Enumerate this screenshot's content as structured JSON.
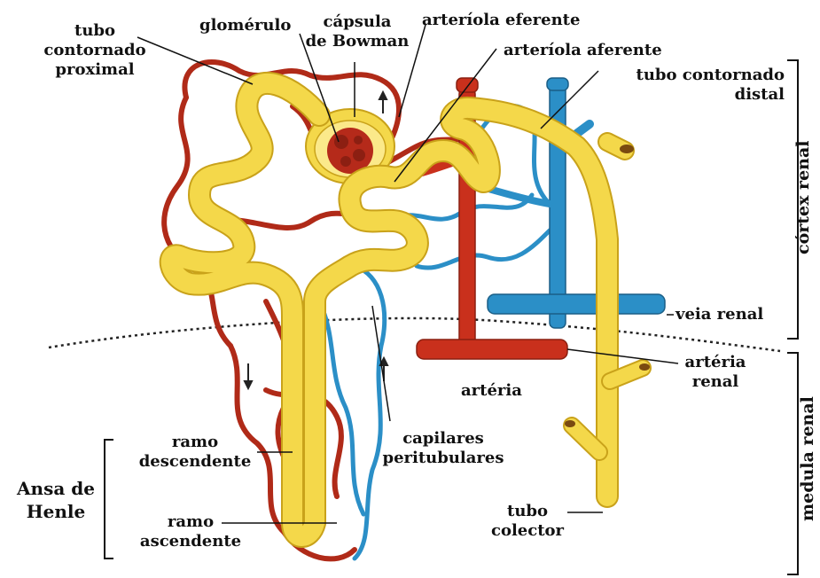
{
  "labels": {
    "tubo_proximal": "tubo\ncontornado\nproximal",
    "glomerulo": "glomérulo",
    "capsula_bowman": "cápsula\nde Bowman",
    "arteriola_eferente": "arteríola eferente",
    "arteriola_aferente": "arteríola aferente",
    "tubo_distal": "tubo contornado\ndistal",
    "veia_renal": "veia renal",
    "arteria_renal": "artéria\nrenal",
    "arteria": "artéria",
    "capilares": "capilares\nperitubulares",
    "ramo_descendente": "ramo\ndescendente",
    "ramo_ascendente": "ramo\nascendente",
    "ansa_henle": "Ansa de\nHenle",
    "tubo_colector": "tubo\ncolector",
    "cortex_renal": "córtex renal",
    "medula_renal": "medula renal"
  },
  "colors": {
    "artery": "#c9301c",
    "vein": "#2b8fc7",
    "tubule": "#f4d84a",
    "tubule_edge": "#c9a21a",
    "line": "#111111"
  }
}
